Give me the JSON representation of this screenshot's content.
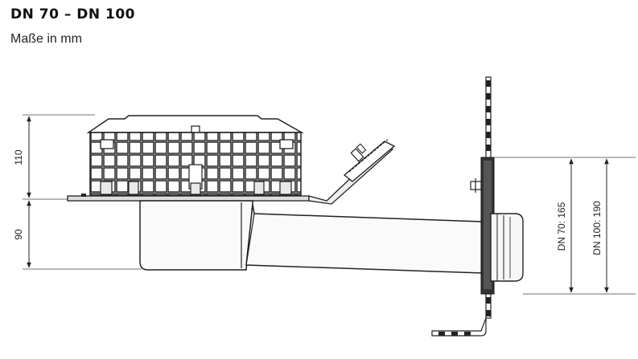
{
  "header": {
    "title": "DN 70 – DN 100",
    "subtitle": "Maße in mm"
  },
  "dimensions": {
    "upper_height": "110",
    "lower_height": "90",
    "dn70_diameter": "DN 70: 165",
    "dn100_diameter": "DN 100: 190"
  },
  "colors": {
    "line": "#222222",
    "fill_light": "#f4f4f4",
    "fill_grey": "#d9d9d9"
  }
}
